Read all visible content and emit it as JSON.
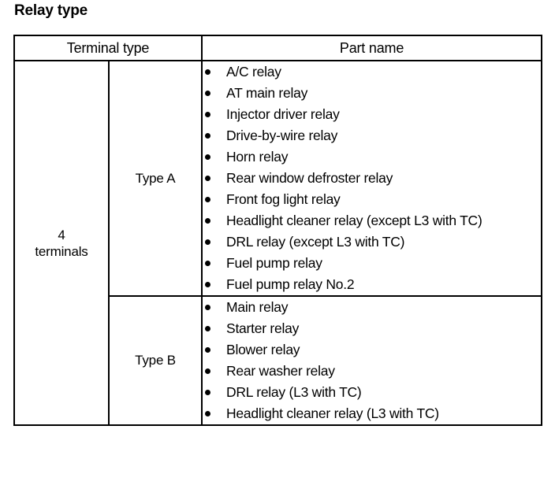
{
  "page": {
    "title": "Relay type"
  },
  "table": {
    "headers": {
      "terminal_type": "Terminal type",
      "part_name": "Part name"
    },
    "terminal_group": {
      "line1": "4",
      "line2": "terminals"
    },
    "rows": [
      {
        "type_label": "Type A",
        "parts": [
          "A/C relay",
          "AT main relay",
          "Injector driver relay",
          "Drive-by-wire relay",
          "Horn relay",
          "Rear window defroster relay",
          "Front fog light relay",
          "Headlight cleaner relay (except L3 with TC)",
          "DRL relay (except L3 with TC)",
          "Fuel pump relay",
          "Fuel pump relay No.2"
        ]
      },
      {
        "type_label": "Type B",
        "parts": [
          "Main relay",
          "Starter relay",
          "Blower relay",
          "Rear washer relay",
          "DRL relay (L3 with TC)",
          "Headlight cleaner relay (L3 with TC)"
        ]
      }
    ]
  },
  "colors": {
    "ink": "#000000",
    "paper": "#ffffff"
  }
}
